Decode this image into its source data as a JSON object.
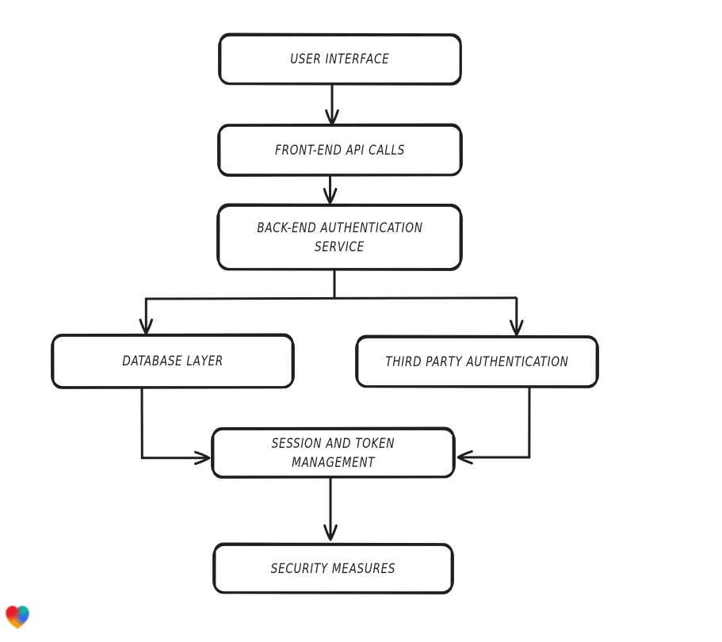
{
  "page": {
    "background": "#ffffff",
    "stroke_color": "#1f1f1f",
    "text_color": "#1f1f1f"
  },
  "diagram": {
    "type": "flowchart",
    "nodes": [
      {
        "id": "user-interface",
        "lines": [
          "USER INTERFACE"
        ]
      },
      {
        "id": "front-end-api-calls",
        "lines": [
          "FRONT-END API CALLS"
        ]
      },
      {
        "id": "back-end-authentication-service",
        "lines": [
          "BACK-END AUTHENTICATION",
          "SERVICE"
        ]
      },
      {
        "id": "database-layer",
        "lines": [
          "DATABASE LAYER"
        ]
      },
      {
        "id": "third-party-authentication",
        "lines": [
          "THIRD PARTY AUTHENTICATION"
        ]
      },
      {
        "id": "session-and-token-management",
        "lines": [
          "SESSION AND TOKEN",
          "MANAGEMENT"
        ]
      },
      {
        "id": "security-measures",
        "lines": [
          "SECURITY MEASURES"
        ]
      }
    ],
    "edges": [
      {
        "from": "user-interface",
        "to": "front-end-api-calls"
      },
      {
        "from": "front-end-api-calls",
        "to": "back-end-authentication-service"
      },
      {
        "from": "back-end-authentication-service",
        "to": "database-layer"
      },
      {
        "from": "back-end-authentication-service",
        "to": "third-party-authentication"
      },
      {
        "from": "database-layer",
        "to": "session-and-token-management"
      },
      {
        "from": "third-party-authentication",
        "to": "session-and-token-management"
      },
      {
        "from": "session-and-token-management",
        "to": "security-measures"
      }
    ]
  },
  "watermark": {
    "icon": "heart-icon",
    "colors": {
      "red": "#e71b2c",
      "orange": "#f69a0b",
      "teal": "#0cb2a4",
      "blue": "#3565f2"
    }
  }
}
